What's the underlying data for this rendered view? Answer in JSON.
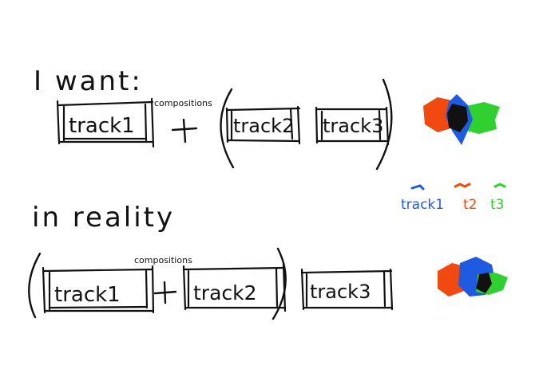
{
  "rows": {
    "want": {
      "heading": "I want:",
      "track_a": "track1",
      "op_label": "compositions",
      "plus": "+",
      "track_b": "track2",
      "track_c": "track3"
    },
    "reality": {
      "heading": "in reality",
      "track_a": "track1",
      "op_label": "compositions",
      "plus": "+",
      "track_b": "track2",
      "track_c": "track3"
    }
  },
  "legend": {
    "items": [
      {
        "label": "track1",
        "color": "#1f5be0"
      },
      {
        "label": "t2",
        "color": "#f04a10"
      },
      {
        "label": "t3",
        "color": "#2fd02f"
      }
    ]
  },
  "colors": {
    "track1": "#1f5be0",
    "track2": "#f04a10",
    "track3": "#2fd02f",
    "overlap": "#111111",
    "ink": "#111111"
  }
}
